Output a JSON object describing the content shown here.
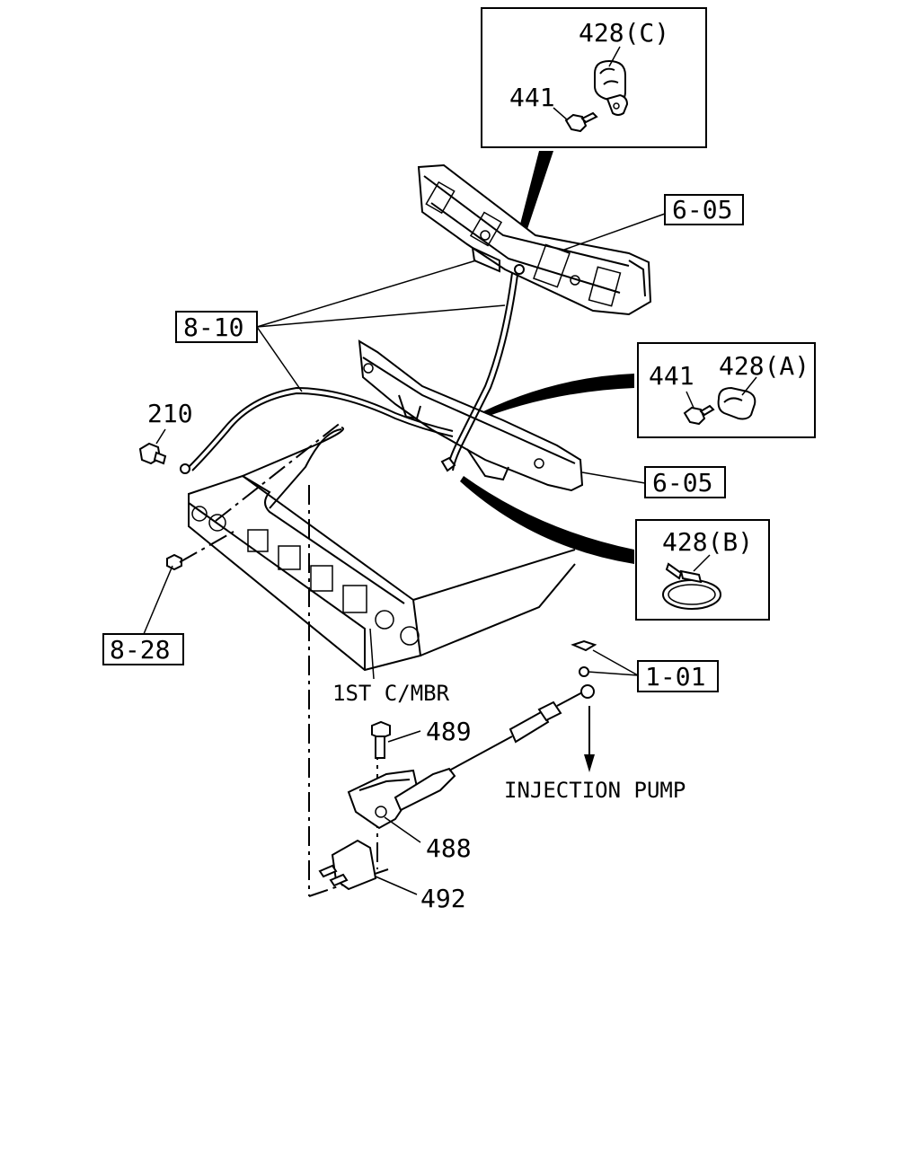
{
  "callouts": {
    "c1": "428(C)",
    "c2": "441",
    "c3": "6-05",
    "c4": "8-10",
    "c5": "441",
    "c6": "428(A)",
    "c7": "210",
    "c8": "6-05",
    "c9": "428(B)",
    "c10": "8-28",
    "c11": "1-01",
    "c12": "1ST C/MBR",
    "c13": "489",
    "c14": "INJECTION PUMP",
    "c15": "488",
    "c16": "492"
  }
}
